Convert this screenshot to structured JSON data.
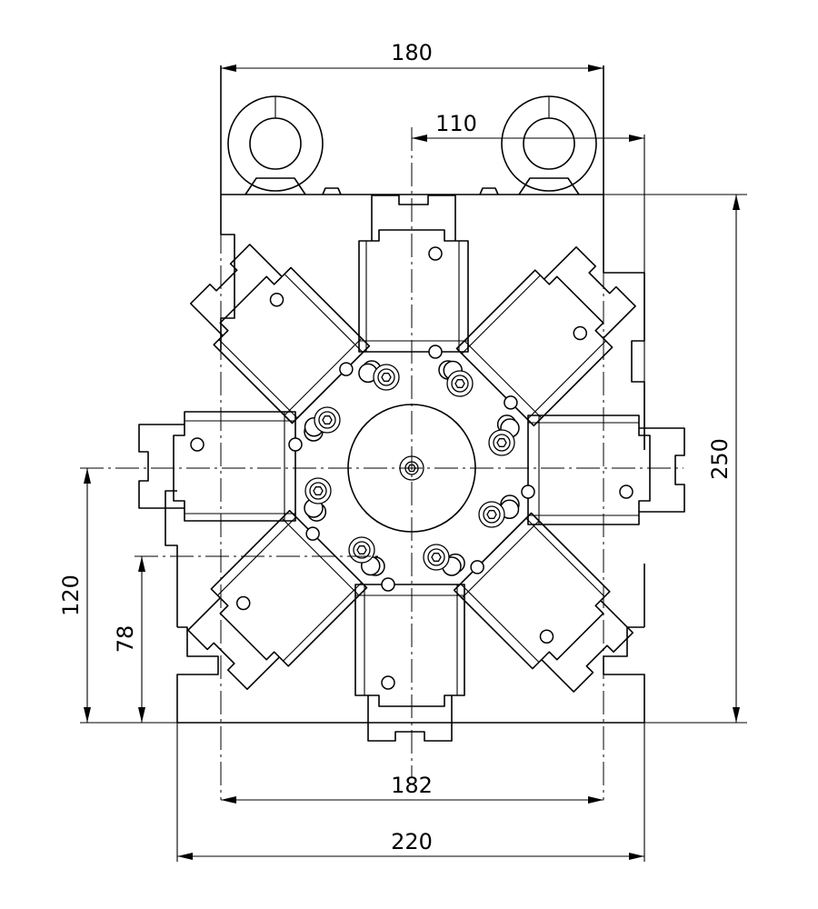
{
  "dimensions": {
    "top_width": "180",
    "top_offset": "110",
    "right_height": "250",
    "left_height": "120",
    "left_inner_height": "78",
    "bottom_inner_width": "182",
    "bottom_outer_width": "220"
  },
  "colors": {
    "line": "#000000",
    "background": "#ffffff"
  }
}
